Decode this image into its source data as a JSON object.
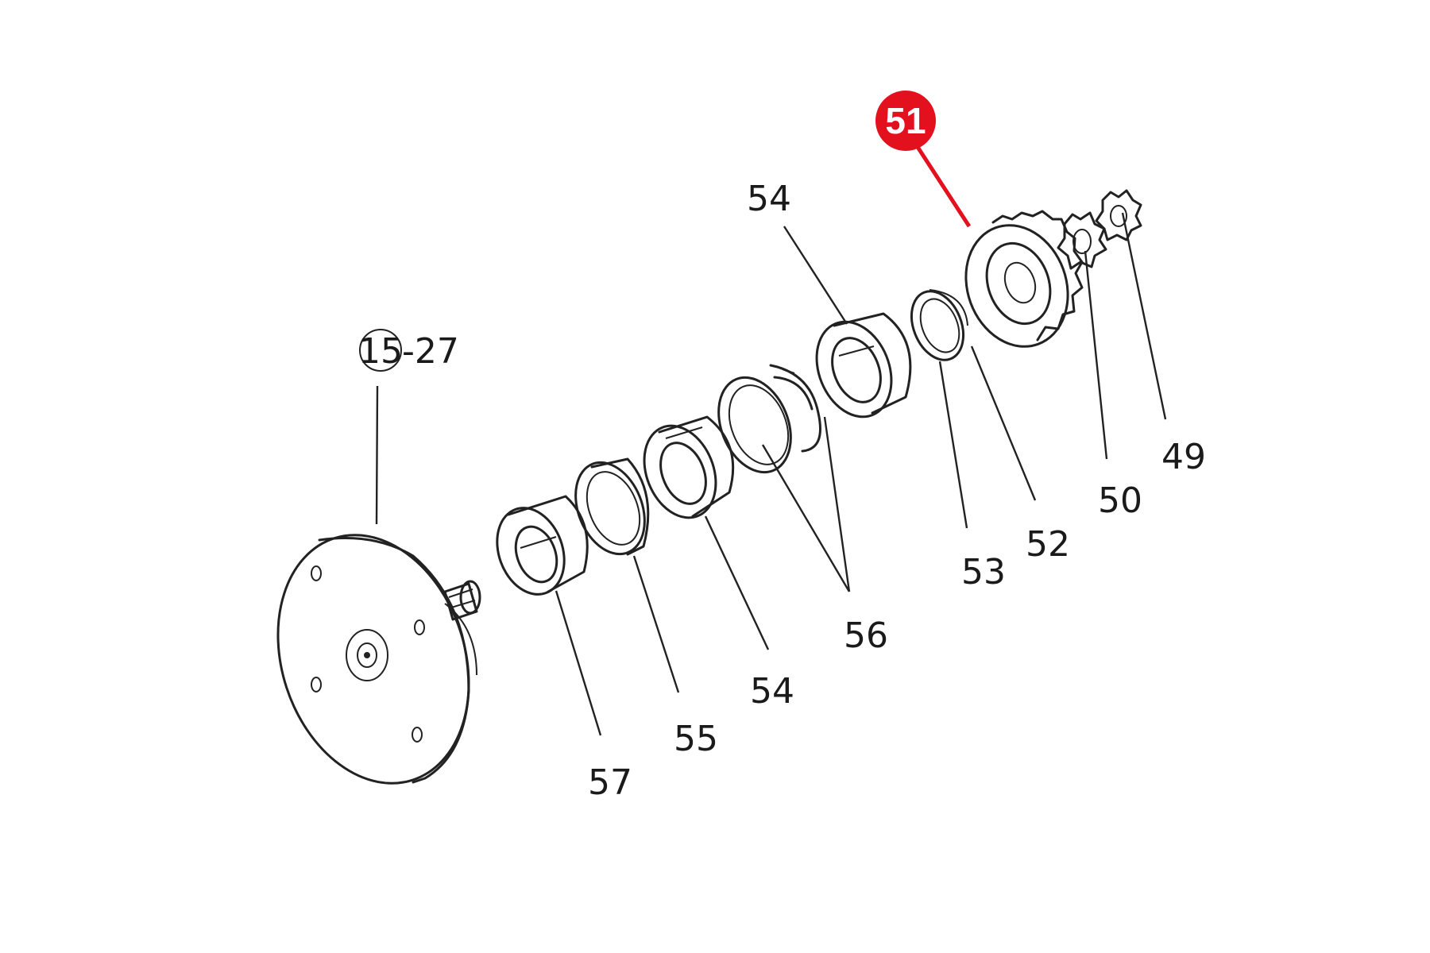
{
  "highlight": {
    "label": "51",
    "color": "#e3101e"
  },
  "ref_label": {
    "circled": "15",
    "suffix": "-27"
  },
  "callouts": {
    "p54_top": "54",
    "p49": "49",
    "p50": "50",
    "p52": "52",
    "p53": "53",
    "p56": "56",
    "p54_bottom": "54",
    "p55": "55",
    "p57": "57"
  },
  "colors": {
    "line": "#222222",
    "background": "#ffffff"
  },
  "icons": {
    "parts": [
      "flange-plate",
      "bearing",
      "seal-ring",
      "snap-ring",
      "gear",
      "star-washer"
    ]
  }
}
